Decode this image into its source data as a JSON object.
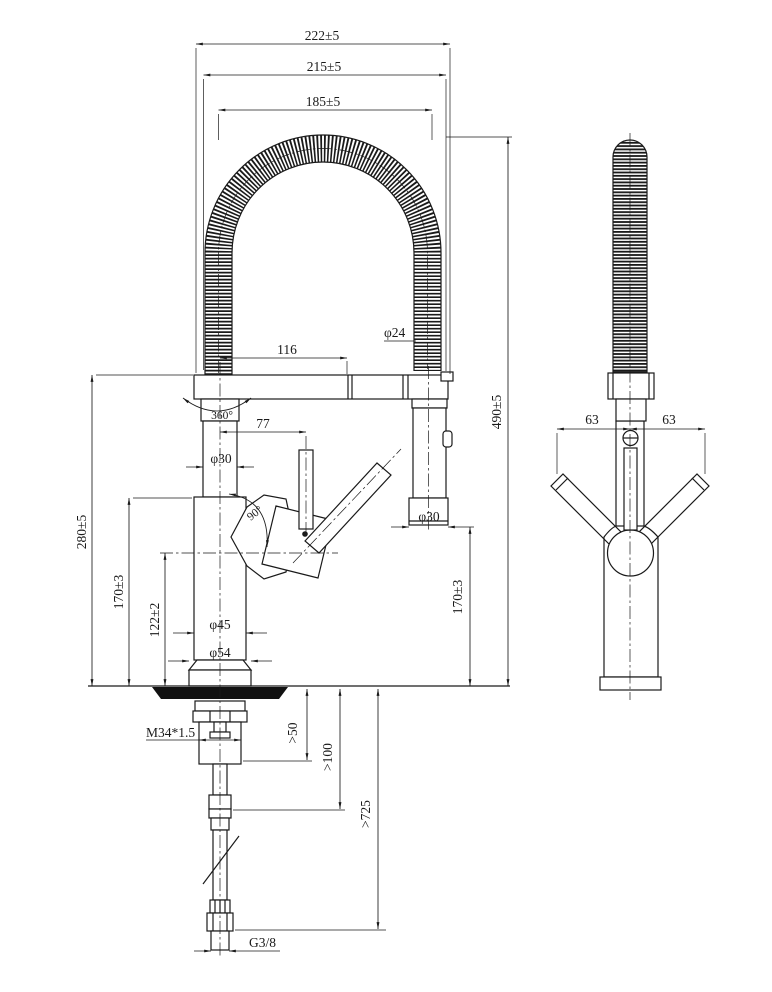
{
  "colors": {
    "line": "#1a1a1a",
    "background": "#ffffff",
    "section_fill": "#111111"
  },
  "front_view": {
    "width_overall": "222±5",
    "width_to_spout_end": "215±5",
    "width_spring_span": "185±5",
    "spring_coil_dia": "φ24",
    "spout_reach": "116",
    "handle_offset": "77",
    "swivel_angle": "360°",
    "body_dia": "φ30",
    "handle_angle": "90°",
    "height_spout_top": "280±5",
    "height_body": "170±3",
    "height_handle_center": "122±2",
    "escutcheon_dia": "φ45",
    "base_dia": "φ54",
    "shank_thread": "M34*1.5",
    "height_overall": "490±5",
    "spray_outlet_height": "170±3",
    "spray_head_dia": "φ30",
    "min_clearance_shank": ">50",
    "min_clearance_hose": ">100",
    "min_hose_length": ">725",
    "hose_thread": "G3/8"
  },
  "side_view": {
    "handle_swing_left": "63",
    "handle_swing_right": "63"
  }
}
